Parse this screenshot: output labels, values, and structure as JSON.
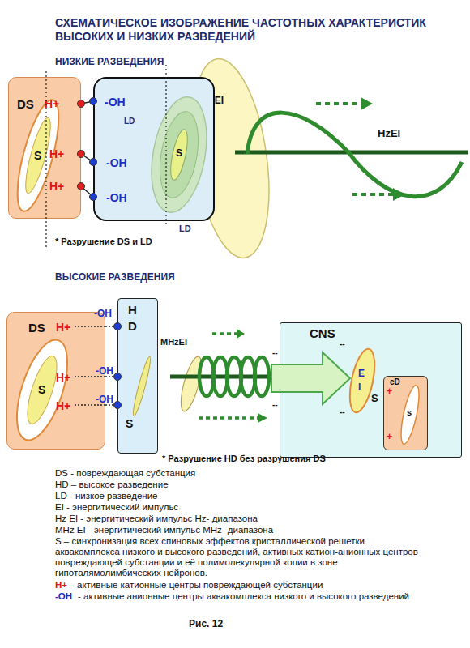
{
  "diagram": {
    "title": "СХЕМАТИЧЕСКОЕ ИЗОБРАЖЕНИЕ ЧАСТОТНЫХ ХАРАКТЕРИСТИК ВЫСОКИХ И НИЗКИХ РАЗВЕДЕНИЙ",
    "caption": "Рис. 12",
    "nodes": [
      {
        "text": [
          "DS",
          "H+",
          "H+",
          "H+"
        ]
      },
      {
        "text": [
          "S"
        ],
        "in": 0
      },
      {
        "text": [
          "-OH",
          "-OH",
          "-OH",
          "LD"
        ]
      },
      {
        "text": [
          "S"
        ],
        "in": 2
      },
      {
        "text": [
          "HzEI"
        ]
      },
      {
        "text": [
          "DS",
          "H+",
          "H+",
          "H+"
        ]
      },
      {
        "text": [
          "S"
        ],
        "in": 5
      },
      {
        "text": [
          "H D",
          "S"
        ]
      },
      {
        "text": [
          "MHzEI"
        ]
      },
      {
        "text": [
          "CNS",
          "S"
        ]
      },
      {
        "text": [
          "E I"
        ],
        "in": 9
      },
      {
        "text": [
          "cD",
          "+",
          "+"
        ],
        "in": 9
      },
      {
        "text": [
          "s"
        ],
        "in": 11
      }
    ],
    "edges": [
      {
        "from": 0,
        "to": 2,
        "arrow": "none"
      },
      {
        "from": 0,
        "to": 2,
        "arrow": "none"
      },
      {
        "from": 0,
        "to": 2,
        "arrow": "none"
      },
      {
        "from": 5,
        "to": 7,
        "arrow": "none"
      },
      {
        "from": 5,
        "to": 7,
        "arrow": "none"
      },
      {
        "from": 5,
        "to": 7,
        "arrow": "none"
      }
    ],
    "labels": [
      "НИЗКИЕ РАЗВЕДЕНИЯ",
      "LD",
      "HzEI",
      "* Разрушение DS и LD",
      "ВЫСОКИЕ РАЗВЕДЕНИЯ",
      "-OH",
      "-OH",
      "-OH",
      "--",
      "--",
      "--",
      "--",
      "* Разрушение HD без разрушения DS",
      "DS - повреждающая субстанция",
      "HD – высокое разведение",
      "LD - низкое разведение",
      "EI - энергитический импульс",
      "Hz EI - энергитический импульс Hz- диапазона",
      "MHz EI - энергитический импульс MHz- диапазона",
      "S – синхронизация всех спиновых эффектов кристаллической решетки аквакомплекса низкого и высокого разведений, активных катион-анионных центров повреждающей субстанции и её полимолекулярной копии в зоне гипоталямолимбических нейронов.",
      "H+",
      "- активные катионные центры повреждающей субстанции",
      "-OH",
      "- активные анионные центры аквакомплекса низкого и высокого разведений"
    ]
  }
}
